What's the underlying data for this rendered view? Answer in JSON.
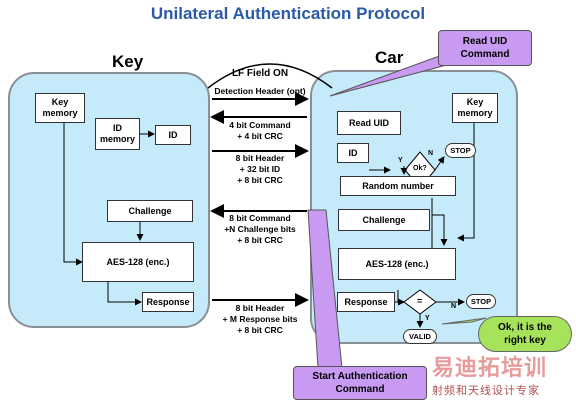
{
  "title": "Unilateral Authentication Protocol",
  "key": {
    "heading": "Key",
    "key_memory": "Key memory",
    "id_memory": "ID memory",
    "id": "ID",
    "challenge": "Challenge",
    "aes": "AES-128 (enc.)",
    "response": "Response"
  },
  "car": {
    "heading": "Car",
    "key_memory": "Key memory",
    "read_uid": "Read UID",
    "id": "ID",
    "ok_decision": "Ok?",
    "n_label": "N",
    "y_label": "Y",
    "stop": "STOP",
    "random_number": "Random number",
    "challenge": "Challenge",
    "aes": "AES-128 (enc.)",
    "response": "Response",
    "equals": "=",
    "valid": "VALID"
  },
  "messages": {
    "lf_field": "LF Field ON",
    "detection_header": "Detection Header (opt)",
    "command": "4 bit Command\n+ 4 bit CRC",
    "id_frame": "8 bit Header\n+ 32 bit ID\n+ 8 bit CRC",
    "challenge_frame": "8 bit Command\n+N Challenge bits\n+ 8 bit CRC",
    "response_frame": "8 bit Header\n+ M Response bits\n+ 8 bit CRC"
  },
  "callouts": {
    "read_uid_command": "Read UID\nCommand",
    "start_auth_command": "Start Authentication\nCommand",
    "ok_right_key": "Ok, it is the\nright key"
  },
  "watermark": {
    "cn": "易迪拓培训",
    "sub": "射频和天线设计专家"
  },
  "colors": {
    "title": "#2a5aa8",
    "panel_fill": "#c5ebfb",
    "callout_fill": "#c99af2",
    "ok_fill": "#a6e35a"
  }
}
